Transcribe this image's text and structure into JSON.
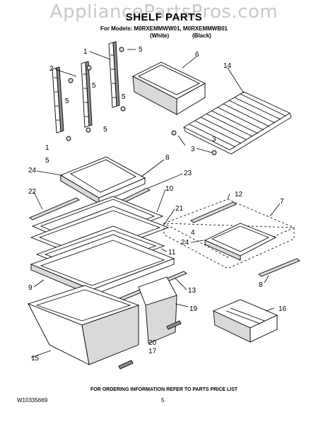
{
  "watermark": "AppliancePartsPros.com",
  "header": {
    "title": "SHELF PARTS",
    "models": "For Models: M0RXEMMWW01, M0RXEMMWB01",
    "color_white": "(White)",
    "color_black": "(Black)"
  },
  "callouts": {
    "c1a": "1",
    "c1b": "1",
    "c2": "2",
    "c3a": "3",
    "c3b": "3",
    "c4": "4",
    "c5a": "5",
    "c5b": "5",
    "c5c": "5",
    "c5d": "5",
    "c5e": "5",
    "c5f": "5",
    "c6": "6",
    "c7": "7",
    "c8a": "8",
    "c8b": "8",
    "c9": "9",
    "c10": "10",
    "c11": "11",
    "c12": "12",
    "c13": "13",
    "c14": "14",
    "c15": "15",
    "c16": "16",
    "c17": "17",
    "c19": "19",
    "c20": "20",
    "c21": "21",
    "c22": "22",
    "c23": "23",
    "c24a": "24",
    "c24b": "24"
  },
  "footer": {
    "ordering_note": "FOR ORDERING INFORMATION REFER TO PARTS PRICE LIST",
    "doc_number": "W10335669",
    "page_number": "5"
  }
}
